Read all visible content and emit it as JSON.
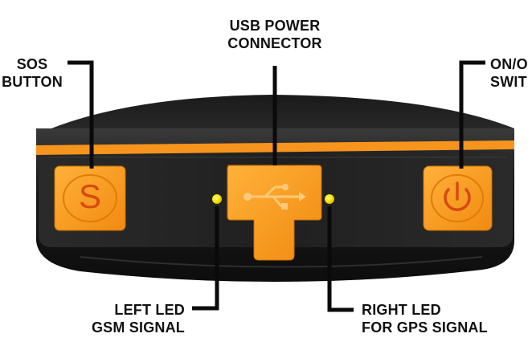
{
  "labels": {
    "usb_line1": "USB POWER",
    "usb_line2": "CONNECTOR",
    "sos_line1": "SOS",
    "sos_line2": "BUTTON",
    "power_line1": "ON/O",
    "power_line2": "SWIT",
    "left_led_line1": "LEFT LED",
    "left_led_line2": "GSM SIGNAL",
    "right_led_line1": "RIGHT LED",
    "right_led_line2": "FOR GPS SIGNAL"
  },
  "buttons": {
    "sos_symbol": "S"
  },
  "icons": {
    "usb": "usb-icon",
    "power": "power-icon"
  },
  "colors": {
    "device_body": "#1e1e1e",
    "accent_orange": "#f7941d",
    "button_orange": "#f89a1c",
    "led_yellow": "#ffe600",
    "leader_line": "#0a0a0a",
    "label_text": "#111111"
  }
}
